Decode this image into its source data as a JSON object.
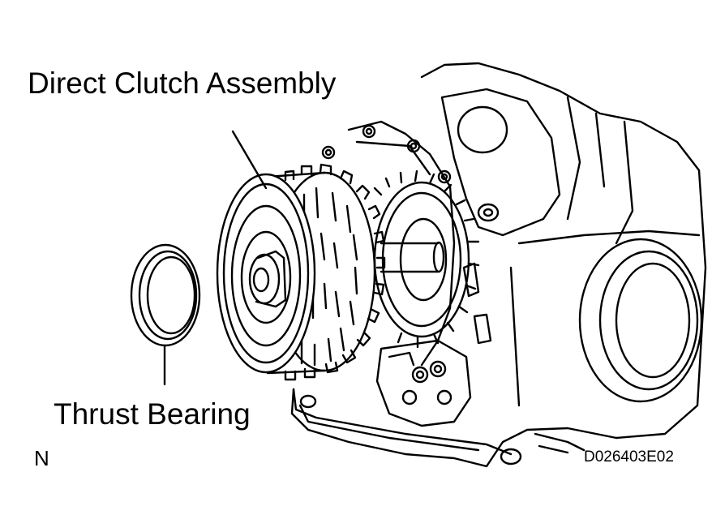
{
  "labels": {
    "direct_clutch": "Direct Clutch Assembly",
    "thrust_bearing": "Thrust Bearing",
    "view_letter": "N",
    "figure_code": "D026403E02"
  },
  "colors": {
    "ink": "#000000",
    "paper": "#ffffff"
  },
  "components": [
    "transmission-case",
    "direct-clutch-assembly",
    "thrust-bearing",
    "input-shaft",
    "planetary-gear"
  ]
}
